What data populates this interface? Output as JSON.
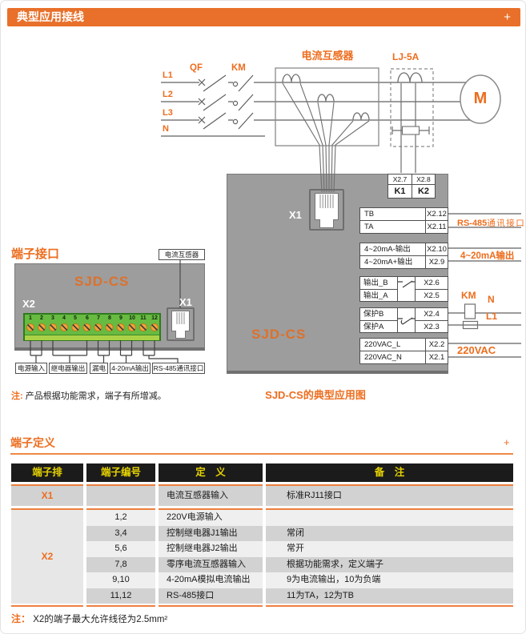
{
  "header": {
    "title": "典型应用接线",
    "expand": "+"
  },
  "colors": {
    "accent": "#ed6d1e",
    "header_bar": "#e8702a",
    "device_gray": "#9d9d9d",
    "terminal_green": "#67bb41",
    "table_header_bg": "#1b1b1b",
    "table_header_text": "#e6d300",
    "row_dark": "#d2d2d2",
    "row_light": "#efefef"
  },
  "wiring": {
    "phases": [
      "L1",
      "L2",
      "L3",
      "N"
    ],
    "breaker": "QF",
    "contactor": "KM",
    "ct_title": "电流互感器",
    "zct_label": "LJ-5A",
    "motor": "M",
    "kbox": {
      "pins": [
        "X2.7",
        "X2.8"
      ],
      "keys": [
        "K1",
        "K2"
      ]
    },
    "device": "SJD-CS",
    "x1": "X1",
    "blocks": [
      {
        "rows": [
          {
            "label": "TB",
            "pin": "X2.12"
          },
          {
            "label": "TA",
            "pin": "X2.11"
          }
        ]
      },
      {
        "rows": [
          {
            "label": "4~20mA-输出",
            "pin": "X2.10"
          },
          {
            "label": "4~20mA+输出",
            "pin": "X2.9"
          }
        ]
      },
      {
        "rows": [
          {
            "label": "输出_B",
            "pin": "X2.6"
          },
          {
            "label": "输出_A",
            "pin": "X2.5"
          }
        ]
      },
      {
        "rows": [
          {
            "label": "保护B",
            "pin": "X2.4"
          },
          {
            "label": "保护A",
            "pin": "X2.3"
          }
        ]
      },
      {
        "rows": [
          {
            "label": "220VAC_L",
            "pin": "X2.2"
          },
          {
            "label": "220VAC_N",
            "pin": "X2.1"
          }
        ]
      }
    ],
    "ann": {
      "rs485_strong": "RS-485",
      "rs485_rest": "通讯接口",
      "ma_output": "4~20mA输出",
      "km": "KM",
      "n": "N",
      "l1": "L1",
      "vac": "220VAC"
    },
    "caption": "SJD-CS的典型应用图"
  },
  "panel": {
    "title": "端子接口",
    "ct_label": "电流互感器",
    "device": "SJD-CS",
    "x2": "X2",
    "x1": "X1",
    "terminals": [
      "1",
      "2",
      "3",
      "4",
      "5",
      "6",
      "7",
      "8",
      "9",
      "10",
      "11",
      "12"
    ],
    "groups": [
      "电源输入",
      "继电器输出",
      "漏电",
      "4-20mA输出",
      "RS-485通讯接口"
    ],
    "note_label": "注:",
    "note": "产品根据功能需求，端子有所增减。"
  },
  "defs": {
    "title": "端子定义",
    "expand": "+",
    "headers": [
      "端子排",
      "端子编号",
      "定　义",
      "备　注"
    ],
    "x1_row": {
      "bank": "X1",
      "num": "",
      "def": "电流互感器输入",
      "remark": "标准RJ11接口"
    },
    "x2_bank": "X2",
    "rows": [
      {
        "num": "1,2",
        "def": "220V电源输入",
        "remark": ""
      },
      {
        "num": "3,4",
        "def": "控制继电器J1输出",
        "remark": "常闭"
      },
      {
        "num": "5,6",
        "def": "控制继电器J2输出",
        "remark": "常开"
      },
      {
        "num": "7,8",
        "def": "零序电流互感器输入",
        "remark": "根据功能需求，定义端子"
      },
      {
        "num": "9,10",
        "def": "4-20mA模拟电流输出",
        "remark": "9为电流输出，10为负端"
      },
      {
        "num": "11,12",
        "def": "RS-485接口",
        "remark": "11为TA，12为TB"
      }
    ],
    "note_label": "注：",
    "note": "X2的端子最大允许线径为2.5mm²"
  }
}
